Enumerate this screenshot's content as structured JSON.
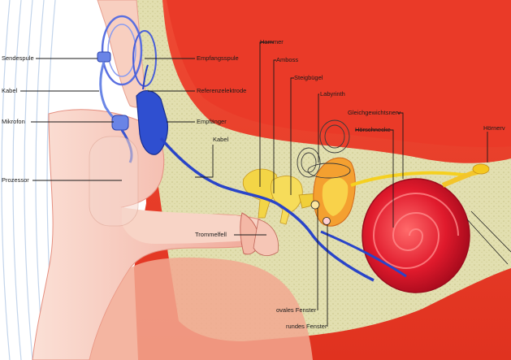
{
  "diagram": {
    "subject": "cochlear implant in the ear (cross-section)",
    "labels": {
      "sendespule": "Sendespule",
      "kabel_left": "Kabel",
      "mikrofon": "Mikrofon",
      "prozessor": "Prozessor",
      "empfangsspule": "Empfangsspule",
      "referenzelektrode": "Referenzelektrode",
      "empfaenger": "Empfänger",
      "kabel_right": "Kabel",
      "hammer": "Hammer",
      "amboss": "Amboss",
      "steigbuegel": "Steigbügel",
      "labyrinth": "Labyrinth",
      "gleichgewichtsnerv": "Gleichgewichtsnerv",
      "hoerschnecke": "Hörschnecke",
      "hoernerv": "Hörnerv",
      "trommelfell": "Trommelfell",
      "ovales_fenster": "ovales Fenster",
      "rundes_fenster": "rundes Fenster"
    },
    "colors": {
      "tissue_red": "#e8382a",
      "tissue_light": "#f5a08c",
      "bone": "#dedcaa",
      "skin": "#f6c4b4",
      "implant_blue": "#2f4fd0",
      "ossicle_yellow": "#f2d23a",
      "cochlea_red": "#d8142a",
      "nerve_yellow": "#f5d020"
    }
  }
}
